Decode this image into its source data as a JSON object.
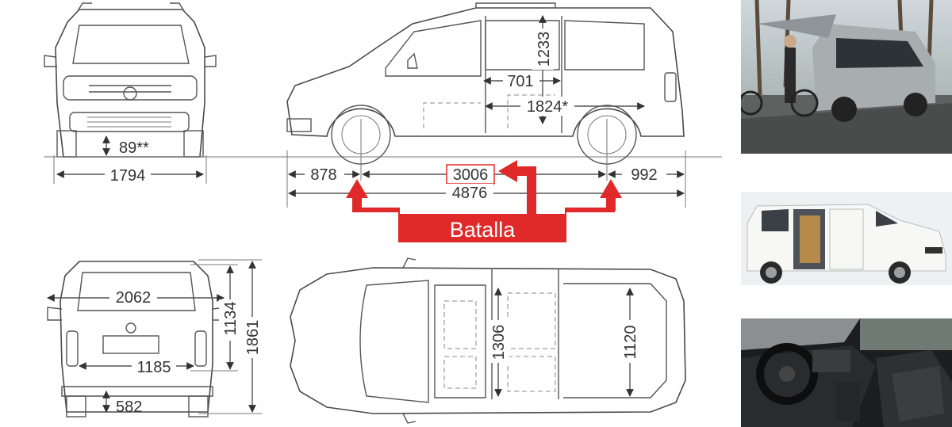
{
  "dimensions": {
    "front_ground_clearance": "89**",
    "front_width": "1794",
    "front_overhang": "878",
    "wheelbase": "3006",
    "overall_length": "4876",
    "rear_overhang": "992",
    "interior_height": "1233",
    "side_door_width": "701",
    "cargo_length": "1824*",
    "rear_opening_height": "2062",
    "rear_opening_width": "1185",
    "rear_opening_vertical": "1134",
    "overall_height": "1861",
    "loading_sill_height": "582",
    "interior_width": "1306",
    "width_between_wheelarches": "1120"
  },
  "callout": {
    "label": "Batalla",
    "color": "#e02a2a"
  },
  "photos": [
    {
      "icon": "car-rear-open-bicycle-photo"
    },
    {
      "icon": "white-van-sliding-door-photo"
    },
    {
      "icon": "van-interior-dashboard-photo"
    }
  ]
}
